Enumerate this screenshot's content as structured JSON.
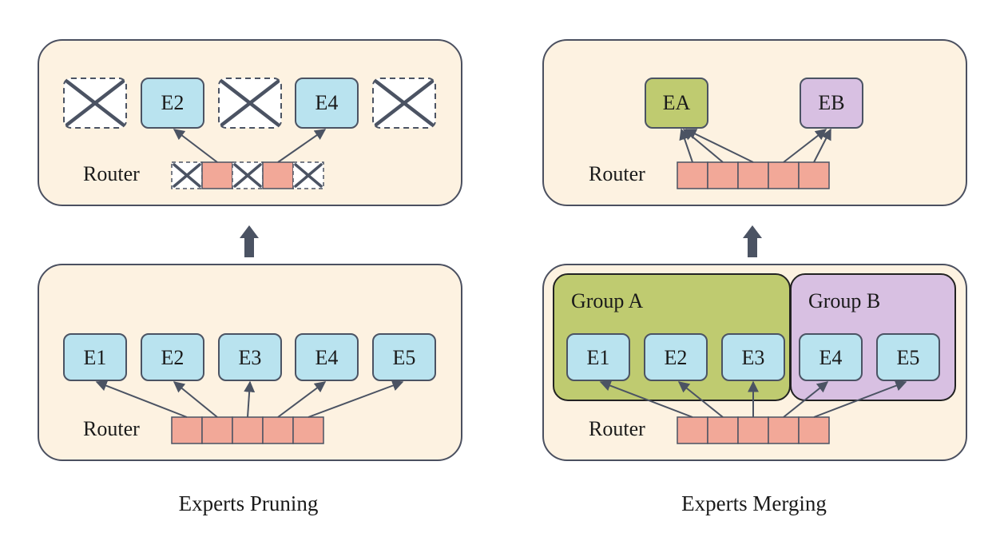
{
  "pruning": {
    "caption": "Experts Pruning",
    "router_label": "Router",
    "before_experts": [
      "E1",
      "E2",
      "E3",
      "E4",
      "E5"
    ],
    "after_experts": [
      "",
      "E2",
      "",
      "E4",
      ""
    ]
  },
  "merging": {
    "caption": "Experts Merging",
    "router_label": "Router",
    "group_a_label": "Group A",
    "group_b_label": "Group B",
    "group_a_experts": [
      "E1",
      "E2",
      "E3"
    ],
    "group_b_experts": [
      "E4",
      "E5"
    ],
    "merged_a": "EA",
    "merged_b": "EB"
  },
  "colors": {
    "panel": "#fdf2e1",
    "expert": "#b9e3ef",
    "router_cell": "#f2a898",
    "group_a": "#bfcb70",
    "group_b": "#d8c0e2",
    "stroke": "#4b5363"
  }
}
